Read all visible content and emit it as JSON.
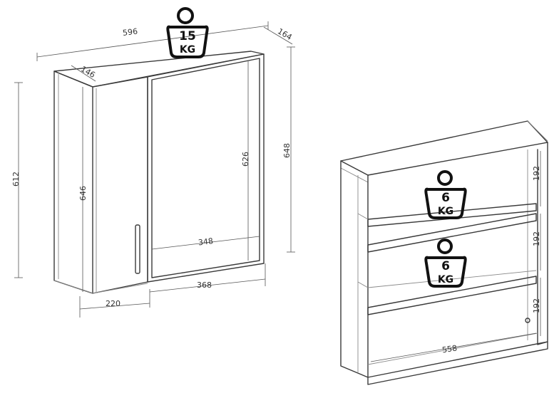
{
  "cabinet": {
    "weight": {
      "value": "15",
      "unit": "KG"
    },
    "dims": {
      "total_width": "596",
      "right_depth": "164",
      "left_depth": "146",
      "left_height": "612",
      "inner_height": "646",
      "mirror_height": "626",
      "total_height": "648",
      "mirror_width": "348",
      "left_width": "220",
      "right_width": "368"
    }
  },
  "shelf": {
    "weights": [
      {
        "value": "6",
        "unit": "KG"
      },
      {
        "value": "6",
        "unit": "KG"
      }
    ],
    "dims": {
      "spacing_1": "192",
      "spacing_2": "192",
      "spacing_3": "192",
      "inner_width": "558"
    }
  }
}
